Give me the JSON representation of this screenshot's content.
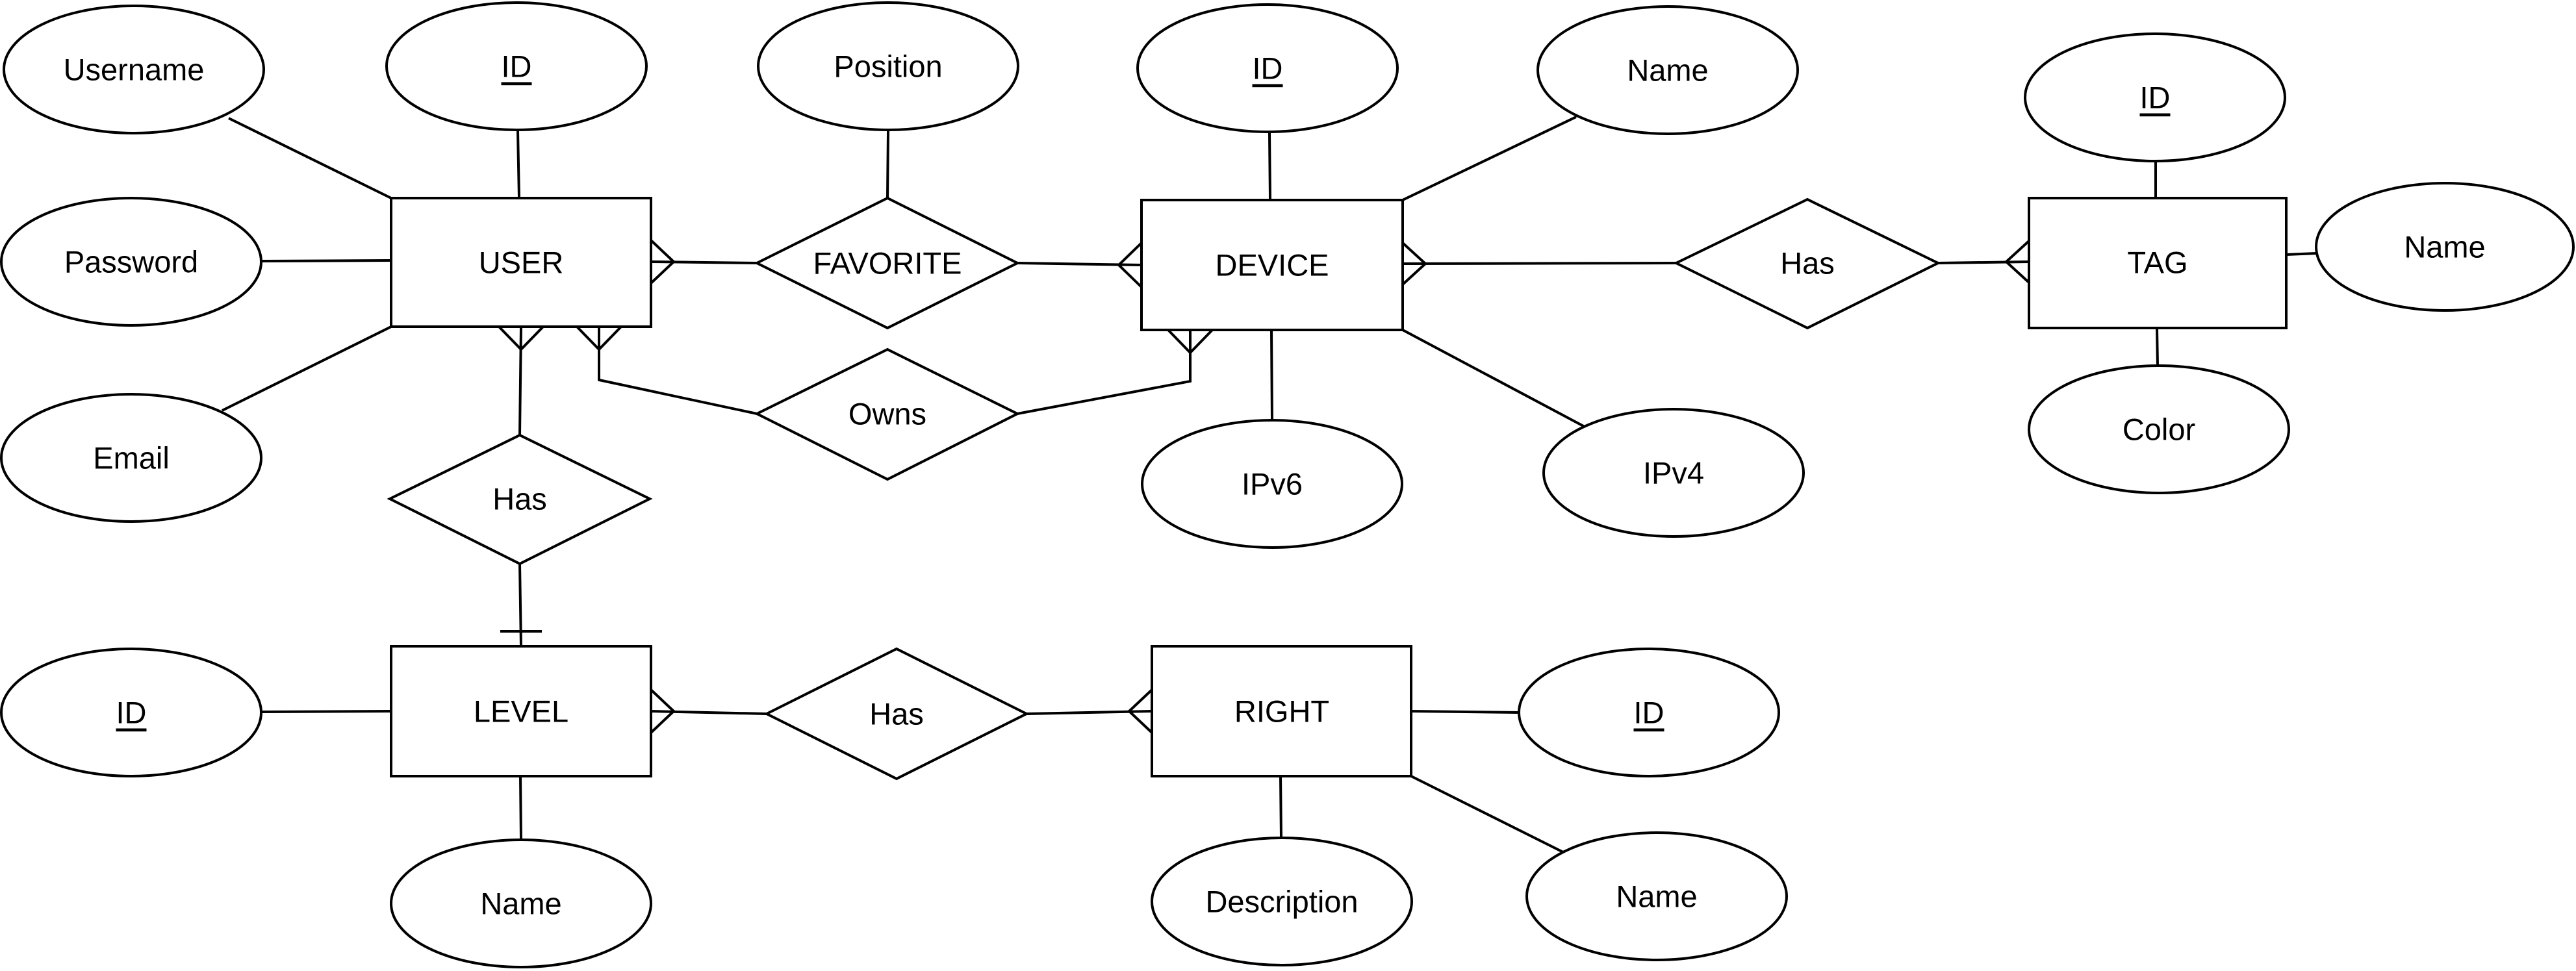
{
  "entities": {
    "user": "USER",
    "device": "DEVICE",
    "tag": "TAG",
    "level": "LEVEL",
    "right": "RIGHT"
  },
  "relationships": {
    "favorite": "FAVORITE",
    "owns": "Owns",
    "device_tag": "Has",
    "user_level": "Has",
    "level_right": "Has"
  },
  "attributes": {
    "user": {
      "username": "Username",
      "id": "ID",
      "password": "Password",
      "email": "Email"
    },
    "favorite": {
      "position": "Position"
    },
    "device": {
      "id": "ID",
      "name": "Name",
      "ipv6": "IPv6",
      "ipv4": "IPv4"
    },
    "tag": {
      "id": "ID",
      "name": "Name",
      "color": "Color"
    },
    "level": {
      "id": "ID",
      "name": "Name"
    },
    "right": {
      "id": "ID",
      "description": "Description",
      "name": "Name"
    }
  }
}
